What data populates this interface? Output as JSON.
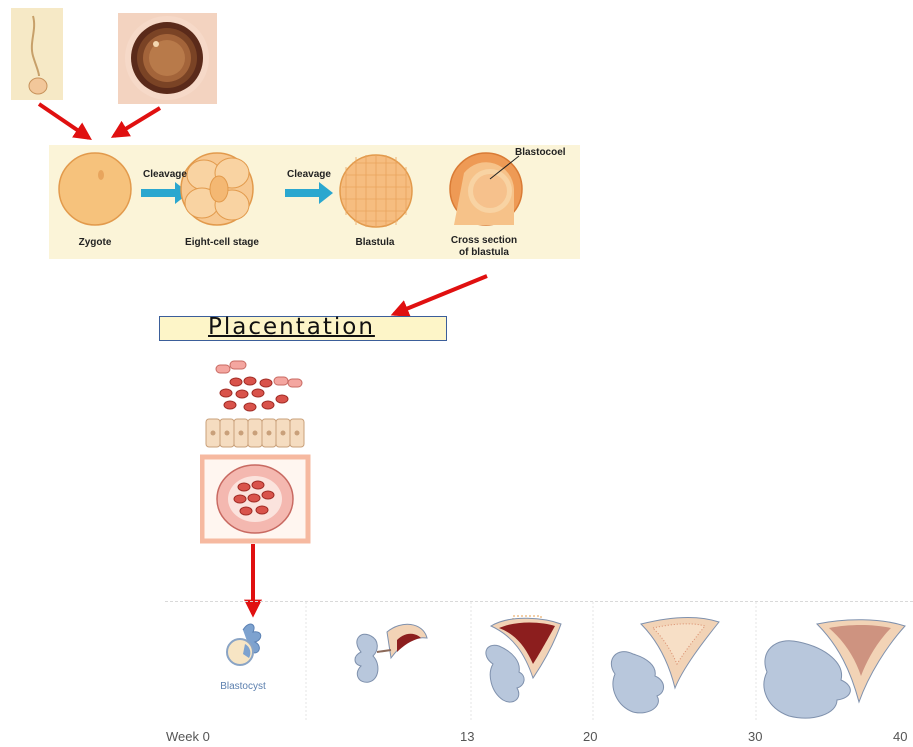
{
  "cleavage_diagram": {
    "arrow_label_1": "Cleavage",
    "arrow_label_2": "Cleavage",
    "stage_1": "Zygote",
    "stage_2": "Eight-cell stage",
    "stage_3": "Blastula",
    "stage_4_line1": "Cross section",
    "stage_4_line2": "of blastula",
    "callout": "Blastocoel"
  },
  "placentation": {
    "title": "Placentation"
  },
  "fetal_timeline": {
    "blastocyst_label": "Blastocyst",
    "weeks": [
      "Week 0",
      "13",
      "20",
      "30",
      "40"
    ]
  },
  "colors": {
    "arrow_red": "#e01010",
    "cleavage_arrow": "#2aa7cf",
    "panel_bg": "#fbf4d8",
    "fetus_fill": "#b8c7dc",
    "placenta_fill": "#f2d3b6",
    "placenta_dark": "#8c1e1e"
  }
}
